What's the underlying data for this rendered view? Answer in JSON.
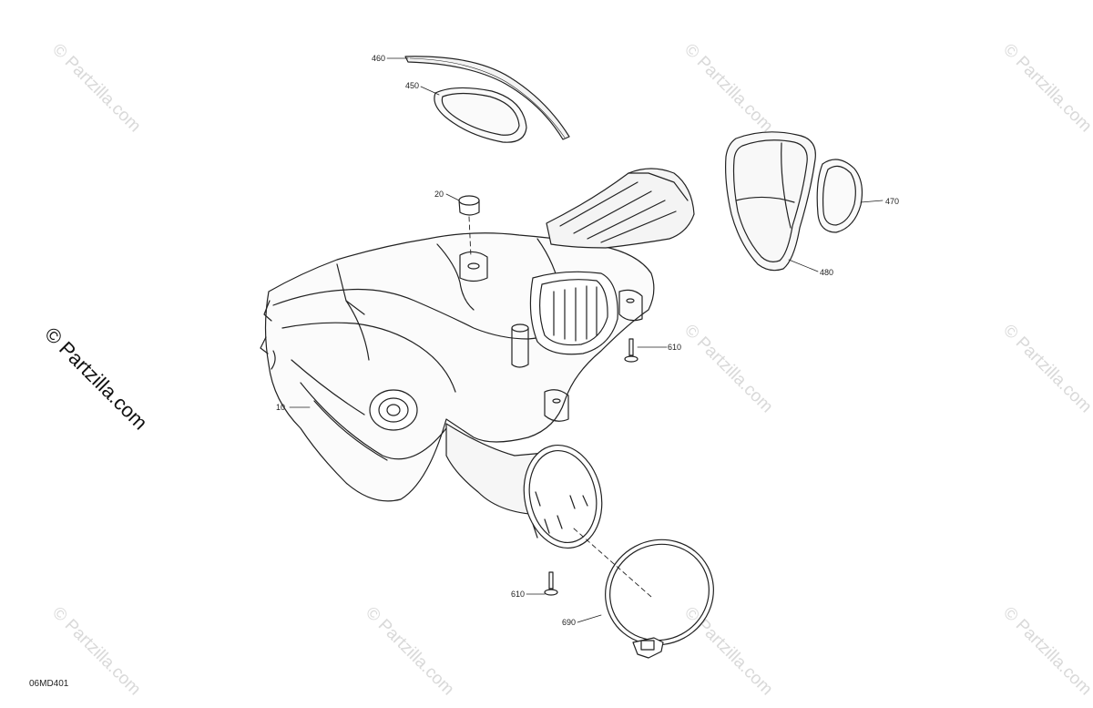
{
  "diagram": {
    "drawing_number": "06MD401",
    "watermark_text": "© Partzilla.com",
    "side_watermark_text": "© Partzilla.com",
    "callouts": [
      {
        "id": "c460",
        "label": "460"
      },
      {
        "id": "c450",
        "label": "450"
      },
      {
        "id": "c20",
        "label": "20"
      },
      {
        "id": "c470",
        "label": "470"
      },
      {
        "id": "c480",
        "label": "480"
      },
      {
        "id": "c610a",
        "label": "610"
      },
      {
        "id": "c10",
        "label": "10"
      },
      {
        "id": "c610b",
        "label": "610"
      },
      {
        "id": "c690",
        "label": "690"
      }
    ]
  }
}
